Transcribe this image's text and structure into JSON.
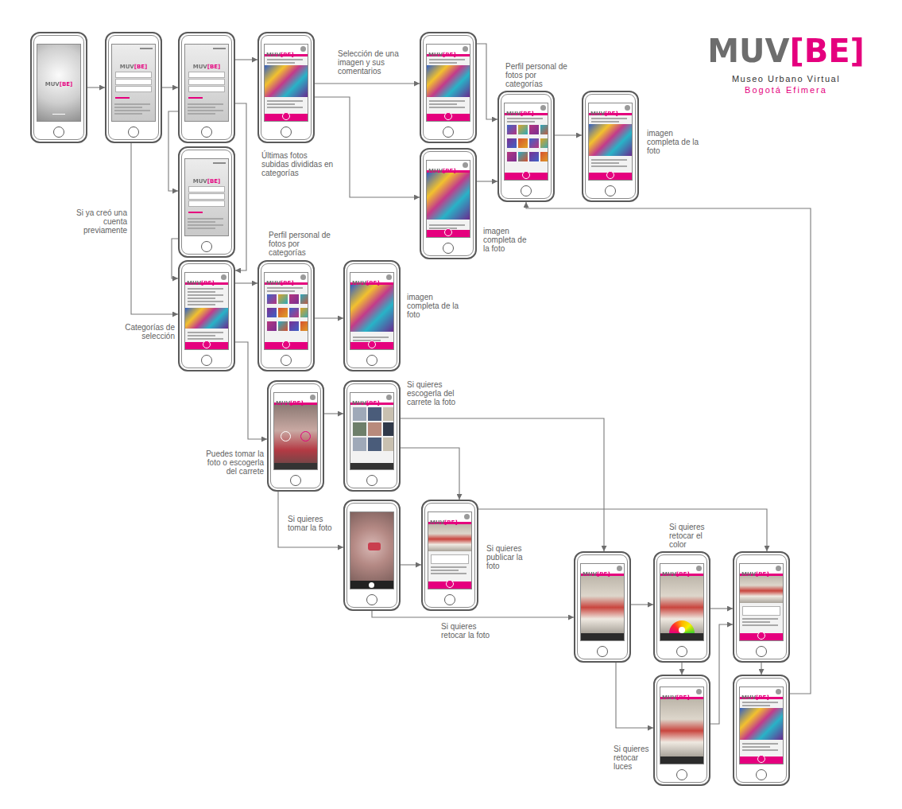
{
  "diagram": {
    "title": "MUV[BE]",
    "nodes": [
      {
        "text": [
          "MUV[BE]"
        ]
      },
      {
        "text": [
          "MUV[BE]"
        ]
      },
      {
        "text": [
          "MUV[BE]"
        ]
      },
      {
        "text": [
          "MUV[BE]",
          "Últimas fotos subidas divididas en categorías"
        ]
      },
      {
        "text": [
          "MUV[BE]"
        ]
      },
      {
        "text": [
          "MUV[BE]",
          "imagen completa de la foto"
        ]
      },
      {
        "text": [
          "MUV[BE]",
          "Perfil personal de fotos por categorías"
        ]
      },
      {
        "text": [
          "MUV[BE]",
          "imagen completa de la foto"
        ]
      },
      {
        "text": [
          "MUV[BE]"
        ]
      },
      {
        "text": [
          "MUV[BE]",
          "Categorías de selección"
        ]
      },
      {
        "text": [
          "MUV[BE]",
          "Perfil personal de fotos por categorías"
        ]
      },
      {
        "text": [
          "MUV[BE]",
          "imagen completa de la foto"
        ]
      },
      {
        "text": [
          "MUV[BE]",
          "Puedes tomar la foto o escogerla del carrete"
        ]
      },
      {
        "text": [
          "MUV[BE]",
          "Si quieres escogerla del carrete la foto"
        ]
      },
      {
        "text": [
          "Si quieres tomar la foto"
        ]
      },
      {
        "text": [
          "MUV[BE]",
          "Si quieres publicar la foto"
        ]
      },
      {
        "text": [
          "MUV[BE]"
        ]
      },
      {
        "text": [
          "MUV[BE]",
          "Si quieres retocar el color"
        ]
      },
      {
        "text": [
          "MUV[BE]",
          "Si quieres retocar luces"
        ]
      },
      {
        "text": [
          "MUV[BE]"
        ]
      },
      {
        "text": [
          "MUV[BE]"
        ]
      }
    ],
    "edges": [
      {
        "from": 0,
        "to": 1,
        "arrow": "to"
      },
      {
        "from": 1,
        "to": 2,
        "arrow": "to"
      },
      {
        "from": 2,
        "to": 3,
        "arrow": "to"
      },
      {
        "from": 1,
        "to": 9,
        "arrow": "to",
        "label": "Si ya creó una cuenta previamente"
      },
      {
        "from": 2,
        "to": 8,
        "arrow": "to"
      },
      {
        "from": 2,
        "to": 9,
        "arrow": "to"
      },
      {
        "from": 8,
        "to": 9,
        "arrow": "to"
      },
      {
        "from": 3,
        "to": 4,
        "arrow": "to",
        "label": "Selección de una imagen y sus comentarios"
      },
      {
        "from": 3,
        "to": 5,
        "arrow": "to"
      },
      {
        "from": 4,
        "to": 6,
        "arrow": "to"
      },
      {
        "from": 5,
        "to": 6,
        "arrow": "to"
      },
      {
        "from": 6,
        "to": 7,
        "arrow": "to"
      },
      {
        "from": 9,
        "to": 10,
        "arrow": "to"
      },
      {
        "from": 10,
        "to": 11,
        "arrow": "to"
      },
      {
        "from": 9,
        "to": 12,
        "arrow": "to"
      },
      {
        "from": 12,
        "to": 13,
        "arrow": "to"
      },
      {
        "from": 12,
        "to": 14,
        "arrow": "to"
      },
      {
        "from": 13,
        "to": 16,
        "arrow": "to"
      },
      {
        "from": 13,
        "to": 15,
        "arrow": "to"
      },
      {
        "from": 14,
        "to": 15,
        "arrow": "to"
      },
      {
        "from": 14,
        "to": 16,
        "arrow": "to",
        "label": "Si quieres retocar la foto"
      },
      {
        "from": 15,
        "to": 19,
        "arrow": "to"
      },
      {
        "from": 16,
        "to": 17,
        "arrow": "to"
      },
      {
        "from": 16,
        "to": 18,
        "arrow": "to"
      },
      {
        "from": 17,
        "to": 18,
        "arrow": "to"
      },
      {
        "from": 17,
        "to": 19,
        "arrow": "to"
      },
      {
        "from": 18,
        "to": 19,
        "arrow": "to"
      },
      {
        "from": 19,
        "to": 20,
        "arrow": "to"
      },
      {
        "from": 20,
        "to": 6,
        "arrow": "to"
      }
    ],
    "labels": [
      "Museo Urbano Virtual",
      "Bogotá Efimera"
    ]
  }
}
